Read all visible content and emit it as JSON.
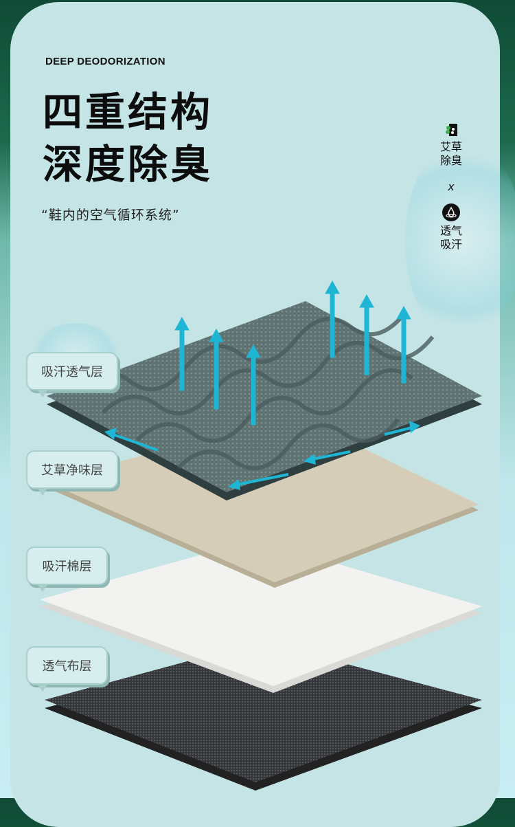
{
  "header": {
    "eyebrow": "DEEP DEODORIZATION",
    "title_line1": "四重结构",
    "title_line2": "深度除臭",
    "subtitle": "“鞋内的空气循环系统”"
  },
  "features": {
    "feature1": "艾草除臭",
    "feature1_icon": "mugwort-leaf-icon",
    "separator": "x",
    "feature2": "透气吸汗",
    "feature2_icon": "water-drop-icon"
  },
  "layers": [
    {
      "label": "吸汗透气层",
      "color": "#5f7373"
    },
    {
      "label": "艾草净味层",
      "color": "#d6cdb8"
    },
    {
      "label": "吸汗棉层",
      "color": "#f1f1ef"
    },
    {
      "label": "透气布层",
      "color": "#3b3d40"
    }
  ],
  "colors": {
    "card": "#c5e4e6",
    "arrow": "#1fb6d6"
  }
}
